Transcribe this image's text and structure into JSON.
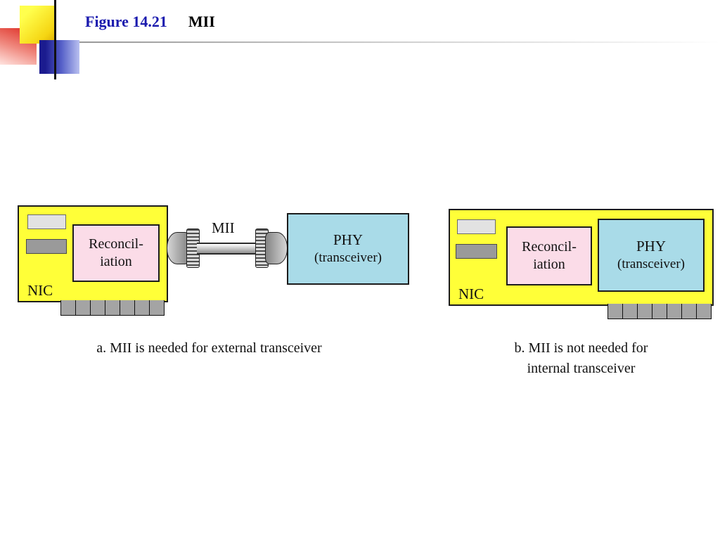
{
  "header": {
    "figure_label": "Figure 14.21",
    "figure_title": "MII"
  },
  "colors": {
    "nic_yellow": "#ffff38",
    "reconciliation_pink": "#fbdce8",
    "phy_blue": "#a9dbe8",
    "title_blue": "#1a1aae",
    "chip_light_gray": "#e2e2e2",
    "chip_dark_gray": "#9a9a9a",
    "connector_gray": "#a4a4a4"
  },
  "diagram_a": {
    "nic_label": "NIC",
    "reconciliation": {
      "line1": "Reconcil-",
      "line2": "iation"
    },
    "mii_label": "MII",
    "phy": {
      "line1": "PHY",
      "line2": "(transceiver)"
    },
    "caption": "a. MII is needed for external transceiver"
  },
  "diagram_b": {
    "nic_label": "NIC",
    "reconciliation": {
      "line1": "Reconcil-",
      "line2": "iation"
    },
    "phy": {
      "line1": "PHY",
      "line2": "(transceiver)"
    },
    "caption_line1": "b. MII is not needed for",
    "caption_line2": "internal transceiver"
  }
}
